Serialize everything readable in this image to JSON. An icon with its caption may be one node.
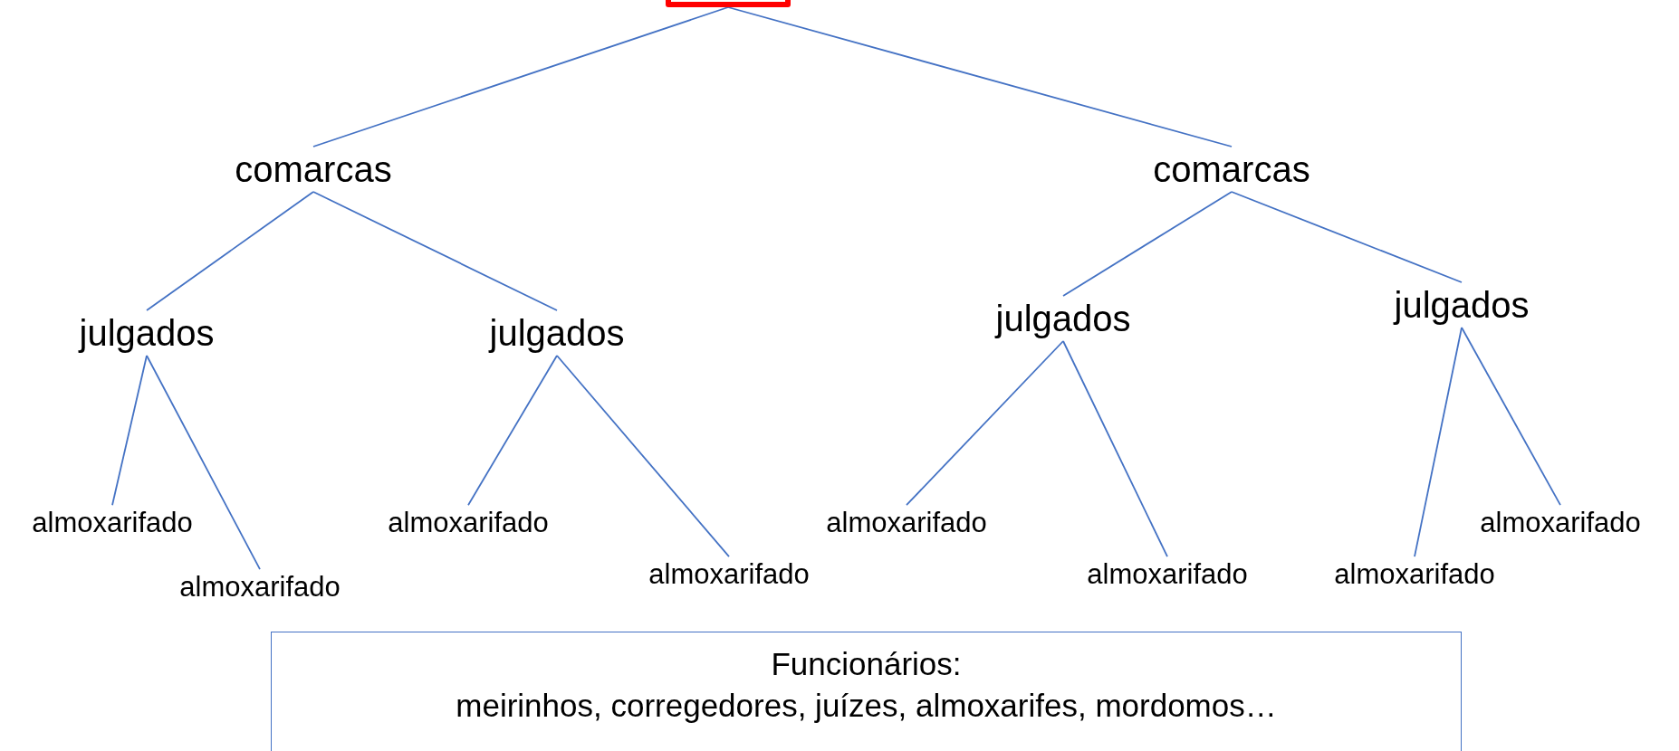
{
  "diagram": {
    "nodes": [
      {
        "text": [],
        "shape": "box"
      },
      {
        "text": [
          "comarcas"
        ]
      },
      {
        "text": [
          "comarcas"
        ]
      },
      {
        "text": [
          "julgados"
        ]
      },
      {
        "text": [
          "julgados"
        ]
      },
      {
        "text": [
          "julgados"
        ]
      },
      {
        "text": [
          "julgados"
        ]
      },
      {
        "text": [
          "almoxarifado"
        ]
      },
      {
        "text": [
          "almoxarifado"
        ]
      },
      {
        "text": [
          "almoxarifado"
        ]
      },
      {
        "text": [
          "almoxarifado"
        ]
      },
      {
        "text": [
          "almoxarifado"
        ]
      },
      {
        "text": [
          "almoxarifado"
        ]
      },
      {
        "text": [
          "almoxarifado"
        ]
      },
      {
        "text": [
          "almoxarifado"
        ]
      },
      {
        "text": [
          "Funcionários:",
          "meirinhos, corregedores, juízes, almoxarifes, mordomos…"
        ]
      }
    ],
    "edges": [
      {
        "from": 0,
        "to": 1,
        "arrow": "none"
      },
      {
        "from": 0,
        "to": 2,
        "arrow": "none"
      },
      {
        "from": 1,
        "to": 3,
        "arrow": "none"
      },
      {
        "from": 1,
        "to": 4,
        "arrow": "none"
      },
      {
        "from": 2,
        "to": 5,
        "arrow": "none"
      },
      {
        "from": 2,
        "to": 6,
        "arrow": "none"
      },
      {
        "from": 3,
        "to": 7,
        "arrow": "none"
      },
      {
        "from": 3,
        "to": 8,
        "arrow": "none"
      },
      {
        "from": 4,
        "to": 9,
        "arrow": "none"
      },
      {
        "from": 4,
        "to": 10,
        "arrow": "none"
      },
      {
        "from": 5,
        "to": 11,
        "arrow": "none"
      },
      {
        "from": 5,
        "to": 12,
        "arrow": "none"
      },
      {
        "from": 6,
        "to": 13,
        "arrow": "none"
      },
      {
        "from": 6,
        "to": 14,
        "arrow": "none"
      }
    ]
  }
}
